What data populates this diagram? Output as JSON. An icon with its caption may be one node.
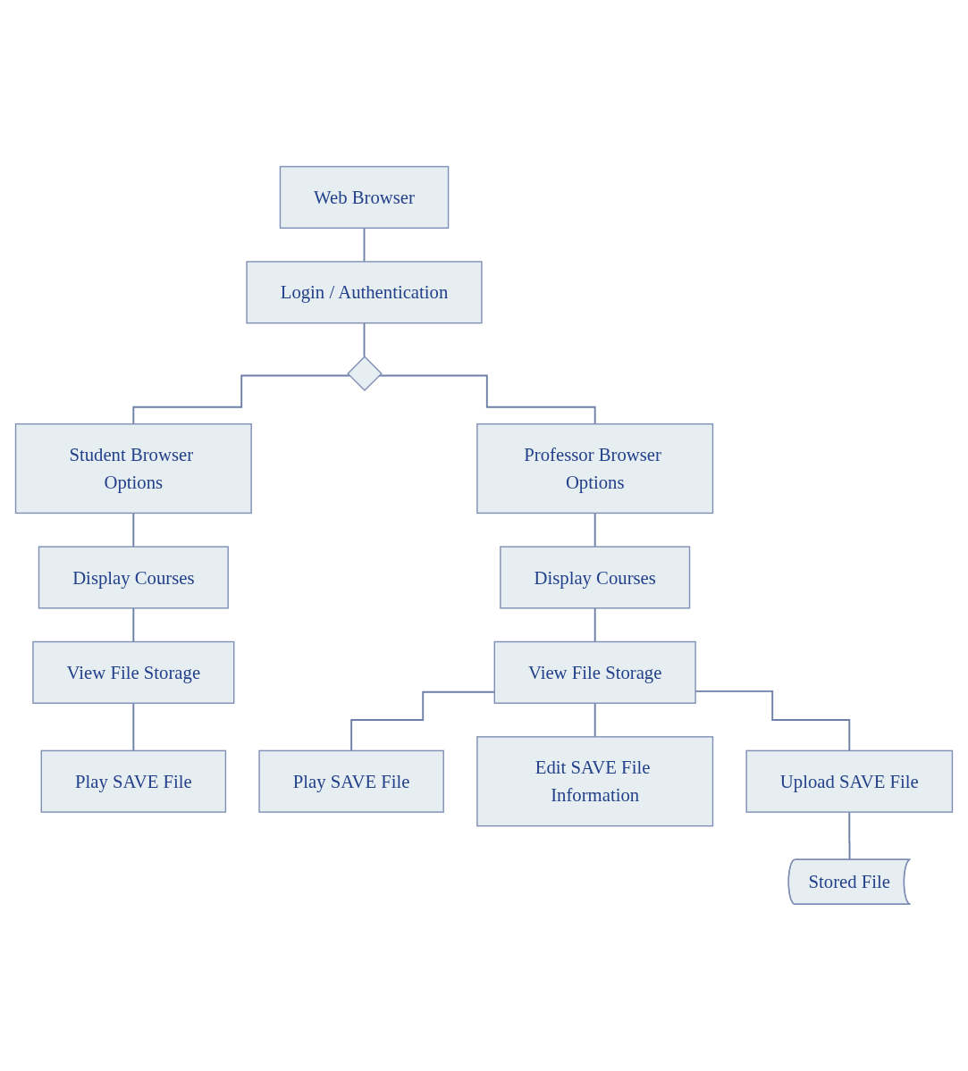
{
  "diagram": {
    "nodes": [
      {
        "text": [
          "Web Browser"
        ]
      },
      {
        "text": [
          "Login / Authentication"
        ]
      },
      {
        "text": [
          "Student Browser Options"
        ]
      },
      {
        "text": [],
        "shape": "diamond"
      },
      {
        "text": [
          "Professor Browser Options"
        ]
      },
      {
        "text": [
          "Display Courses"
        ]
      },
      {
        "text": [
          "Display Courses"
        ]
      },
      {
        "text": [
          "View File Storage"
        ]
      },
      {
        "text": [
          "View File Storage"
        ]
      },
      {
        "text": [
          "Play SAVE File"
        ]
      },
      {
        "text": [
          "Play SAVE File"
        ]
      },
      {
        "text": [
          "Edit SAVE File Information"
        ]
      },
      {
        "text": [
          "Upload SAVE File"
        ]
      },
      {
        "text": [
          "Stored File"
        ]
      }
    ],
    "edges": [
      {
        "from": 0,
        "to": 1,
        "arrow": "none"
      },
      {
        "from": 1,
        "to": 3,
        "arrow": "none"
      },
      {
        "from": 3,
        "to": 2,
        "arrow": "none"
      },
      {
        "from": 3,
        "to": 4,
        "arrow": "none"
      },
      {
        "from": 2,
        "to": 5,
        "arrow": "none"
      },
      {
        "from": 4,
        "to": 6,
        "arrow": "none"
      },
      {
        "from": 5,
        "to": 7,
        "arrow": "none"
      },
      {
        "from": 6,
        "to": 8,
        "arrow": "none"
      },
      {
        "from": 7,
        "to": 9,
        "arrow": "none"
      },
      {
        "from": 8,
        "to": 10,
        "arrow": "none"
      },
      {
        "from": 8,
        "to": 11,
        "arrow": "none"
      },
      {
        "from": 8,
        "to": 12,
        "arrow": "none"
      },
      {
        "from": 12,
        "to": 13,
        "arrow": "none"
      }
    ]
  }
}
